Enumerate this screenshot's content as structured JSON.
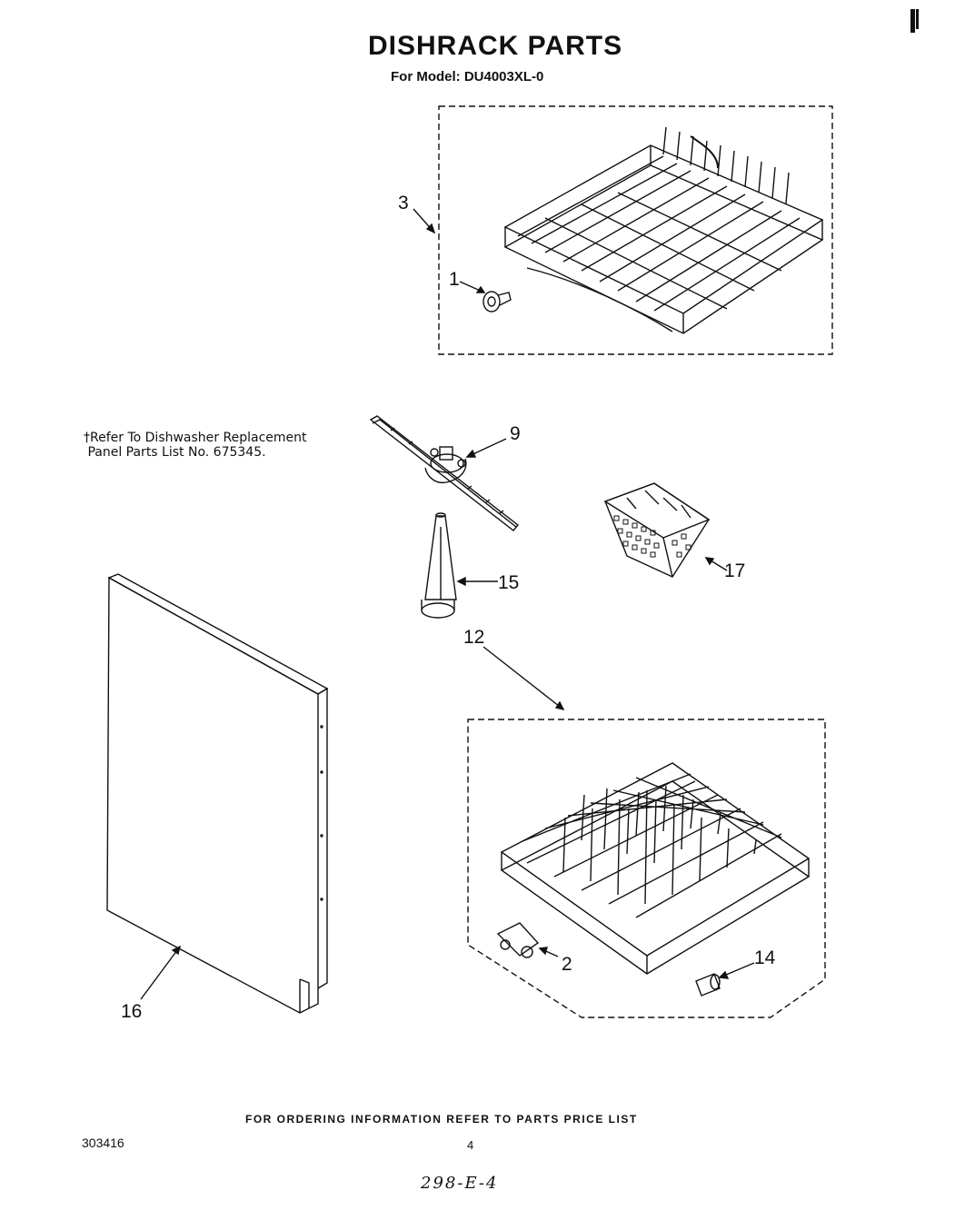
{
  "header": {
    "title": "DISHRACK PARTS",
    "model_line": "For Model: DU4003XL-0"
  },
  "note": {
    "line1": "†Refer To Dishwasher Replacement",
    "line2": " Panel Parts List No. 675345."
  },
  "callouts": {
    "c1": "1",
    "c2": "2",
    "c3": "3",
    "c9": "9",
    "c12": "12",
    "c14": "14",
    "c15": "15",
    "c16": "16",
    "c17": "17"
  },
  "footer": {
    "ordering": "FOR ORDERING INFORMATION REFER TO PARTS PRICE LIST",
    "doc_number": "303416",
    "page_number": "4",
    "handwritten": "298-E-4"
  }
}
